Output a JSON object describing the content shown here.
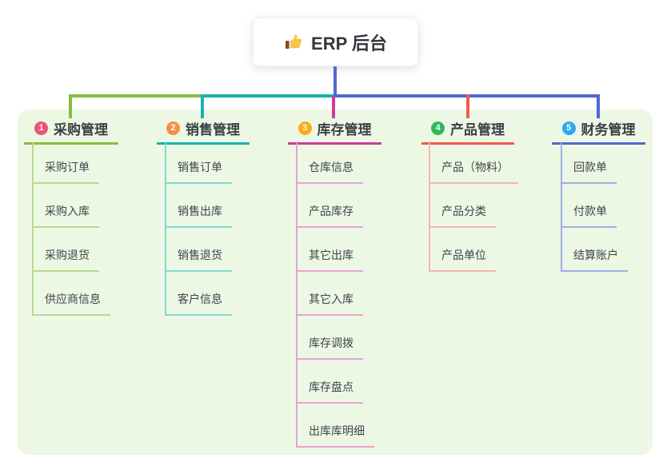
{
  "root": {
    "title": "ERP 后台",
    "icon": "thumbs-up"
  },
  "canvas": {
    "background": "#ecf8e4"
  },
  "branches": [
    {
      "badge": "1",
      "label": "采购管理",
      "colors": {
        "main": "#85bd3e",
        "light": "#b5dc90",
        "badge": "#ef5277"
      },
      "items": [
        "采购订单",
        "采购入库",
        "采购退货",
        "供应商信息"
      ]
    },
    {
      "badge": "2",
      "label": "销售管理",
      "colors": {
        "main": "#16b3ae",
        "light": "#85d6d1",
        "badge": "#f78f42"
      },
      "items": [
        "销售订单",
        "销售出库",
        "销售退货",
        "客户信息"
      ]
    },
    {
      "badge": "3",
      "label": "库存管理",
      "colors": {
        "main": "#cf3a9f",
        "light": "#eba1d4",
        "badge": "#fbac18"
      },
      "items": [
        "仓库信息",
        "产品库存",
        "其它出库",
        "其它入库",
        "库存调拨",
        "库存盘点",
        "出库库明细"
      ]
    },
    {
      "badge": "4",
      "label": "产品管理",
      "colors": {
        "main": "#f25a4f",
        "light": "#f8b4ad",
        "badge": "#2dba5a"
      },
      "items": [
        "产品（物料）",
        "产品分类",
        "产品单位"
      ]
    },
    {
      "badge": "5",
      "label": "财务管理",
      "colors": {
        "main": "#4f68d0",
        "light": "#9cb0e4",
        "badge": "#2fa6f2"
      },
      "items": [
        "回款单",
        "付款单",
        "结算账户"
      ]
    }
  ]
}
